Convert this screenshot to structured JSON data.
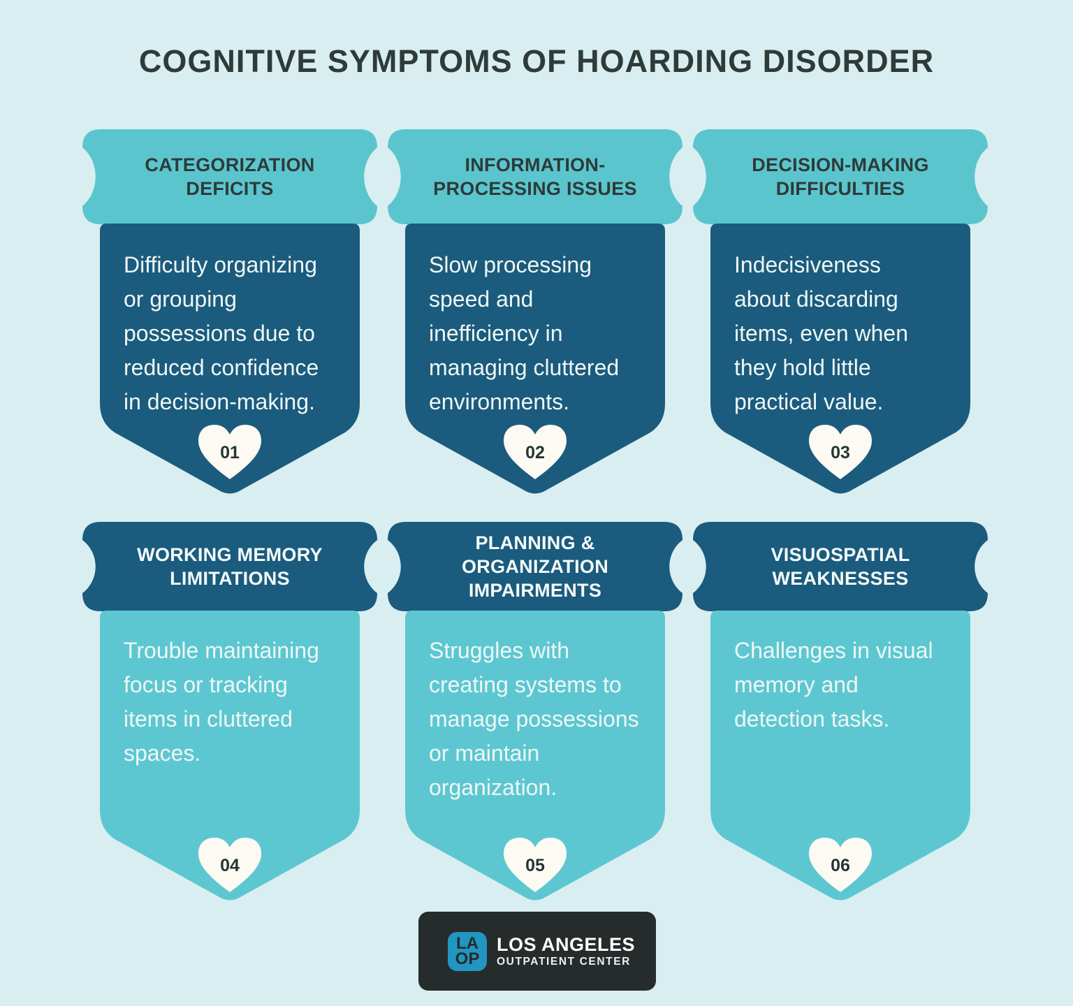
{
  "page": {
    "title": "COGNITIVE SYMPTOMS OF HOARDING DISORDER"
  },
  "colors": {
    "background": "#d9eef0",
    "teal": "#5bc5ce",
    "dark_blue": "#1b5b7d",
    "heart_fill": "#fdfaf4",
    "title_text": "#2f3b38",
    "light_text": "#eef7f6",
    "logo_background": "#262b2c",
    "logo_icon_blue": "#2196c0"
  },
  "cards": [
    {
      "number": "01",
      "title": "CATEGORIZATION\nDEFICITS",
      "description": "Difficulty organizing\nor grouping\npossessions due to\nreduced confidence\nin decision-making."
    },
    {
      "number": "02",
      "title": "INFORMATION-\nPROCESSING ISSUES",
      "description": "Slow processing\nspeed and\ninefficiency in\nmanaging cluttered\nenvironments."
    },
    {
      "number": "03",
      "title": "DECISION-MAKING\nDIFFICULTIES",
      "description": "Indecisiveness\nabout discarding\nitems, even when\nthey hold little\npractical value."
    },
    {
      "number": "04",
      "title": "WORKING MEMORY\nLIMITATIONS",
      "description": "Trouble maintaining\nfocus or tracking\nitems in cluttered\nspaces."
    },
    {
      "number": "05",
      "title": "PLANNING &\nORGANIZATION\nIMPAIRMENTS",
      "description": "Struggles with\ncreating systems to\nmanage possessions\nor maintain\norganization."
    },
    {
      "number": "06",
      "title": "VISUOSPATIAL\nWEAKNESSES",
      "description": "Challenges in visual\nmemory and\ndetection tasks."
    }
  ],
  "footer": {
    "icon_top": "LA",
    "icon_bottom": "OP",
    "org_name": "LOS ANGELES",
    "org_subtitle": "OUTPATIENT CENTER"
  }
}
